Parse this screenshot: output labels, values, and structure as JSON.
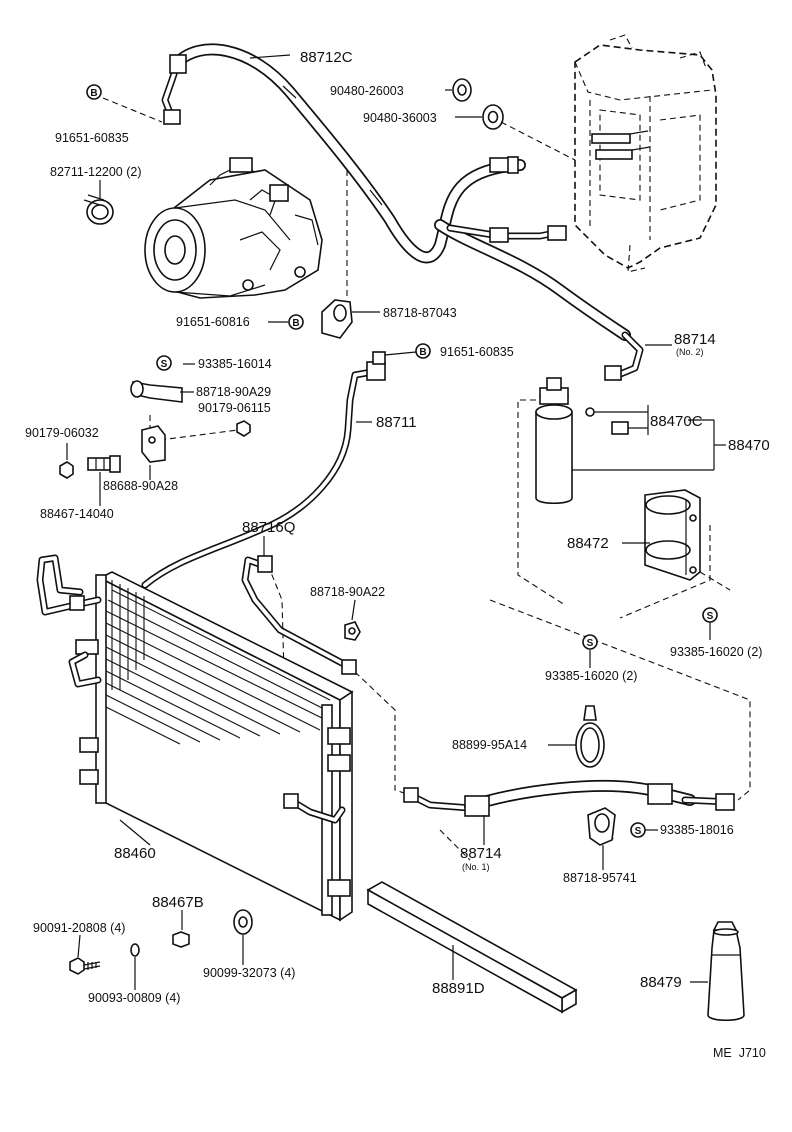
{
  "diagram": {
    "code": "ME  J710",
    "mark_letters": {
      "b": "B",
      "s": "S"
    },
    "labels": {
      "p88712C": "88712C",
      "p90480_26003": "90480-26003",
      "p90480_36003": "90480-36003",
      "p91651_60835_top": "91651-60835",
      "p82711_12200": "82711-12200 (2)",
      "p91651_60816": "91651-60816",
      "p88718_87043": "88718-87043",
      "p88714_no2": "88714",
      "p88714_no2_sub": "(No. 2)",
      "p93385_16014": "93385-16014",
      "p91651_60835_mid": "91651-60835",
      "p88718_90A29": "88718-90A29",
      "p90179_06115": "90179-06115",
      "p88711": "88711",
      "p90179_06032": "90179-06032",
      "p88688_90A28": "88688-90A28",
      "p88467_14040": "88467-14040",
      "p88470C": "88470C",
      "p88470": "88470",
      "p88716Q": "88716Q",
      "p88718_90A22": "88718-90A22",
      "p88472": "88472",
      "p93385_16020_a": "93385-16020 (2)",
      "p93385_16020_b": "93385-16020 (2)",
      "p88899_95A14": "88899-95A14",
      "p93385_18016": "93385-18016",
      "p88460": "88460",
      "p88714_no1": "88714",
      "p88714_no1_sub": "(No. 1)",
      "p88718_95741": "88718-95741",
      "p88467B": "88467B",
      "p90091_20808": "90091-20808 (4)",
      "p90099_32073": "90099-32073 (4)",
      "p90093_00809": "90093-00809 (4)",
      "p88891D": "88891D",
      "p88479": "88479"
    }
  }
}
